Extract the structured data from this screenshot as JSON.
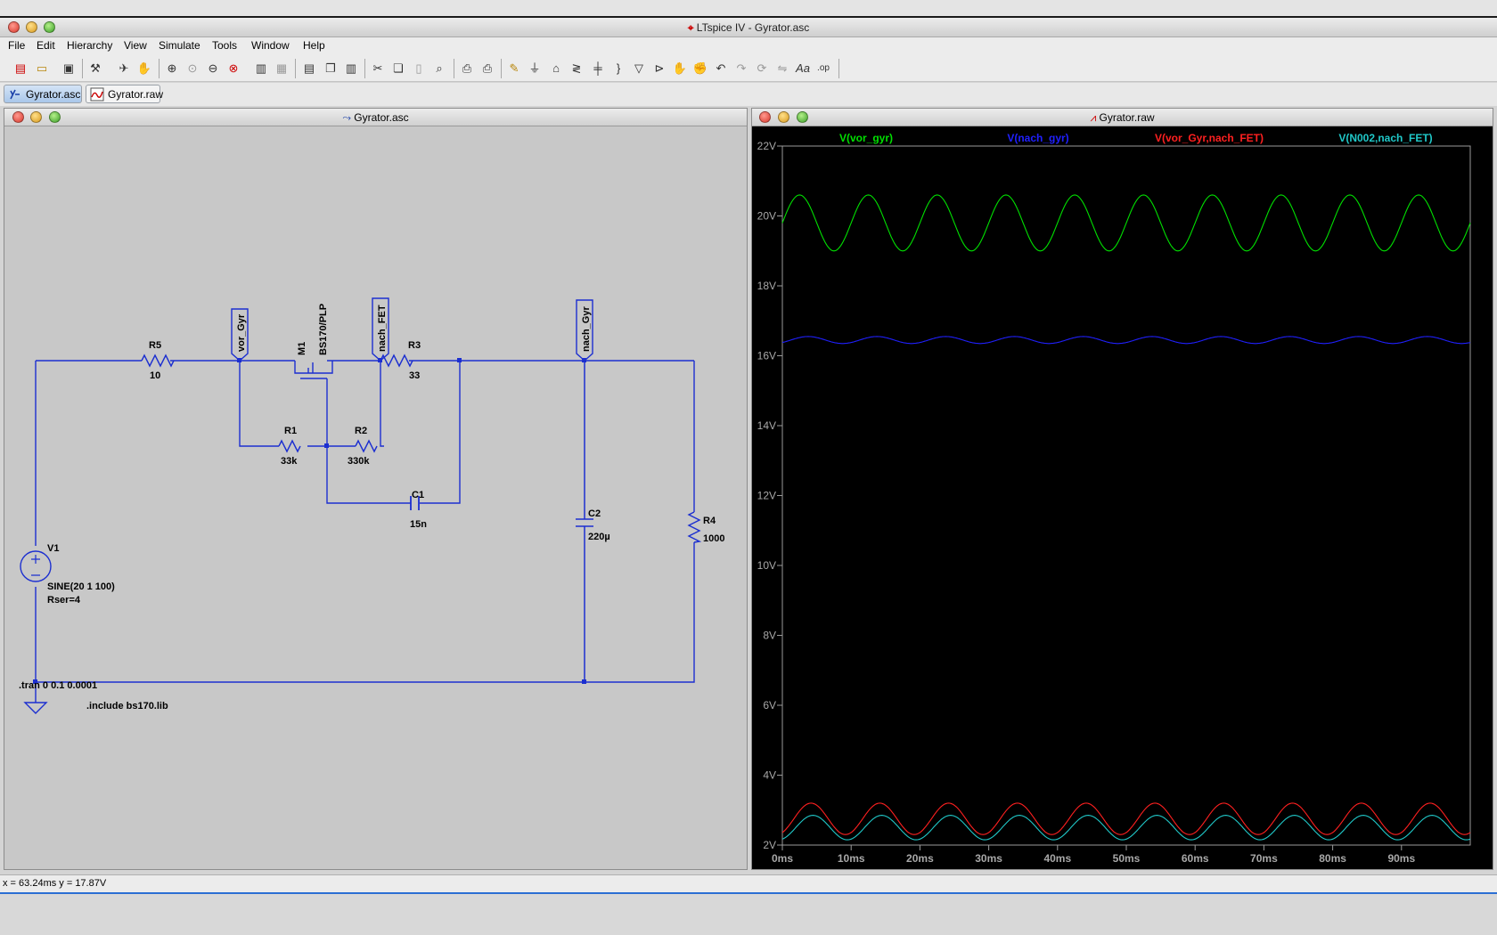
{
  "app": {
    "title": "LTspice IV - Gyrator.asc"
  },
  "menu": [
    "File",
    "Edit",
    "Hierarchy",
    "View",
    "Simulate",
    "Tools",
    "Window",
    "Help"
  ],
  "tabs": [
    {
      "label": "Gyrator.asc",
      "active": true
    },
    {
      "label": "Gyrator.raw",
      "active": false
    }
  ],
  "schematic_window": {
    "title": "Gyrator.asc",
    "components": {
      "R5": {
        "name": "R5",
        "value": "10"
      },
      "R1": {
        "name": "R1",
        "value": "33k"
      },
      "R2": {
        "name": "R2",
        "value": "330k"
      },
      "R3": {
        "name": "R3",
        "value": "33"
      },
      "R4": {
        "name": "R4",
        "value": "1000"
      },
      "C1": {
        "name": "C1",
        "value": "15n"
      },
      "C2": {
        "name": "C2",
        "value": "220µ"
      },
      "M1": {
        "name": "M1",
        "value": "BS170/PLP"
      },
      "V1": {
        "name": "V1",
        "value": "SINE(20 1 100)",
        "extra": "Rser=4"
      }
    },
    "net_labels": {
      "vor": "vor_Gyr",
      "nachfet": "nach_FET",
      "nachgyr": "nach_Gyr"
    },
    "directives": {
      "tran": ".tran 0 0.1 0.0001",
      "include": ".include bs170.lib"
    }
  },
  "plot_window": {
    "title": "Gyrator.raw"
  },
  "chart_data": {
    "type": "line",
    "xlabel": "",
    "ylabel": "",
    "xlim": [
      0,
      0.1
    ],
    "ylim": [
      2,
      22
    ],
    "x_ticks": [
      "0ms",
      "10ms",
      "20ms",
      "30ms",
      "40ms",
      "50ms",
      "60ms",
      "70ms",
      "80ms",
      "90ms"
    ],
    "y_ticks": [
      "2V",
      "4V",
      "6V",
      "8V",
      "10V",
      "12V",
      "14V",
      "16V",
      "18V",
      "20V",
      "22V"
    ],
    "grid": false,
    "legend_placement": "top",
    "series": [
      {
        "name": "V(vor_gyr)",
        "color": "#00e000",
        "offset": 19.8,
        "amplitude": 0.8,
        "frequency_hz": 100,
        "phase_deg": 0
      },
      {
        "name": "V(nach_gyr)",
        "color": "#2020ff",
        "offset": 16.45,
        "amplitude": 0.1,
        "frequency_hz": 100,
        "phase_deg": -45
      },
      {
        "name": "V(vor_Gyr,nach_FET)",
        "color": "#ff2020",
        "offset": 2.75,
        "amplitude": 0.45,
        "frequency_hz": 100,
        "phase_deg": -60
      },
      {
        "name": "V(N002,nach_FET)",
        "color": "#20c8c8",
        "offset": 2.5,
        "amplitude": 0.35,
        "frequency_hz": 100,
        "phase_deg": -70
      }
    ]
  },
  "status": {
    "cursor": "x = 63.24ms    y = 17.87V"
  }
}
